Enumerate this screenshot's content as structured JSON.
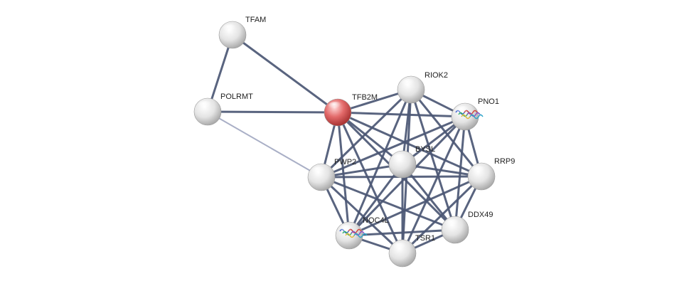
{
  "network": {
    "nodes": [
      {
        "id": "TFAM",
        "label": "TFAM",
        "kind": "plain",
        "color": "#dcdcdc"
      },
      {
        "id": "POLRMT",
        "label": "POLRMT",
        "kind": "plain",
        "color": "#dcdcdc"
      },
      {
        "id": "TFB2M",
        "label": "TFB2M",
        "kind": "query",
        "color": "#e05b5b"
      },
      {
        "id": "RIOK2",
        "label": "RIOK2",
        "kind": "plain",
        "color": "#dcdcdc"
      },
      {
        "id": "PNO1",
        "label": "PNO1",
        "kind": "structure",
        "color": "#dcdcdc"
      },
      {
        "id": "BYSL",
        "label": "BYSL",
        "kind": "plain",
        "color": "#dcdcdc"
      },
      {
        "id": "PWP2",
        "label": "PWP2",
        "kind": "plain",
        "color": "#dcdcdc"
      },
      {
        "id": "RRP9",
        "label": "RRP9",
        "kind": "plain",
        "color": "#dcdcdc"
      },
      {
        "id": "DDX49",
        "label": "DDX49",
        "kind": "plain",
        "color": "#dcdcdc"
      },
      {
        "id": "NOC4L",
        "label": "NOC4L",
        "kind": "structure",
        "color": "#dcdcdc"
      },
      {
        "id": "TSR1",
        "label": "TSR1",
        "kind": "plain",
        "color": "#dcdcdc"
      }
    ],
    "edges": [
      [
        "TFAM",
        "POLRMT",
        "dark"
      ],
      [
        "TFAM",
        "TFB2M",
        "dark"
      ],
      [
        "POLRMT",
        "TFB2M",
        "dark"
      ],
      [
        "POLRMT",
        "PWP2",
        "light"
      ],
      [
        "TFB2M",
        "RIOK2",
        "dark"
      ],
      [
        "TFB2M",
        "PNO1",
        "dark"
      ],
      [
        "TFB2M",
        "BYSL",
        "dark"
      ],
      [
        "TFB2M",
        "PWP2",
        "dark"
      ],
      [
        "TFB2M",
        "RRP9",
        "dark"
      ],
      [
        "TFB2M",
        "DDX49",
        "dark"
      ],
      [
        "TFB2M",
        "NOC4L",
        "dark"
      ],
      [
        "TFB2M",
        "TSR1",
        "dark"
      ],
      [
        "RIOK2",
        "PNO1",
        "dark"
      ],
      [
        "RIOK2",
        "BYSL",
        "dark"
      ],
      [
        "RIOK2",
        "PWP2",
        "dark"
      ],
      [
        "RIOK2",
        "RRP9",
        "dark"
      ],
      [
        "RIOK2",
        "DDX49",
        "dark"
      ],
      [
        "RIOK2",
        "NOC4L",
        "dark"
      ],
      [
        "RIOK2",
        "TSR1",
        "dark"
      ],
      [
        "PNO1",
        "BYSL",
        "dark"
      ],
      [
        "PNO1",
        "PWP2",
        "dark"
      ],
      [
        "PNO1",
        "RRP9",
        "dark"
      ],
      [
        "PNO1",
        "DDX49",
        "dark"
      ],
      [
        "PNO1",
        "NOC4L",
        "dark"
      ],
      [
        "PNO1",
        "TSR1",
        "dark"
      ],
      [
        "BYSL",
        "PWP2",
        "dark"
      ],
      [
        "BYSL",
        "RRP9",
        "dark"
      ],
      [
        "BYSL",
        "DDX49",
        "dark"
      ],
      [
        "BYSL",
        "NOC4L",
        "dark"
      ],
      [
        "BYSL",
        "TSR1",
        "dark"
      ],
      [
        "PWP2",
        "RRP9",
        "dark"
      ],
      [
        "PWP2",
        "DDX49",
        "dark"
      ],
      [
        "PWP2",
        "NOC4L",
        "dark"
      ],
      [
        "PWP2",
        "TSR1",
        "dark"
      ],
      [
        "RRP9",
        "DDX49",
        "dark"
      ],
      [
        "RRP9",
        "NOC4L",
        "dark"
      ],
      [
        "RRP9",
        "TSR1",
        "dark"
      ],
      [
        "DDX49",
        "NOC4L",
        "dark"
      ],
      [
        "DDX49",
        "TSR1",
        "dark"
      ],
      [
        "NOC4L",
        "TSR1",
        "dark"
      ]
    ]
  }
}
